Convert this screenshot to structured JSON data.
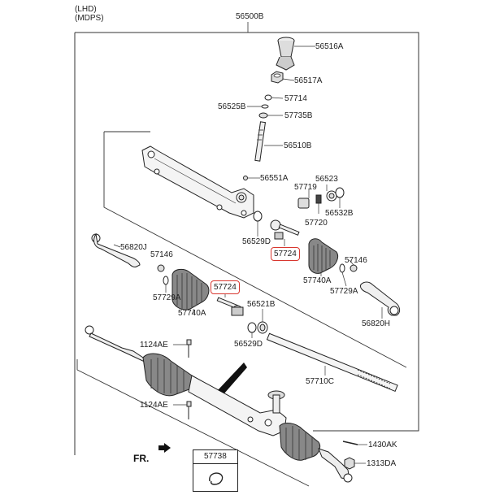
{
  "header": {
    "line1": "(LHD)",
    "line2": "(MDPS)"
  },
  "assembly_label": "56500B",
  "direction_label": "FR.",
  "legend": {
    "part": "57738"
  },
  "highlighted_parts": [
    "57724"
  ],
  "labels": {
    "p56516A": "56516A",
    "p56517A": "56517A",
    "p57714": "57714",
    "p56525B": "56525B",
    "p57735B": "57735B",
    "p56510B": "56510B",
    "p56551A": "56551A",
    "p56523": "56523",
    "p57719": "57719",
    "p56532B": "56532B",
    "p57720": "57720",
    "p56529D_a": "56529D",
    "p57724_a": "57724",
    "p56820J": "56820J",
    "p57146_a": "57146",
    "p57146_b": "57146",
    "p57740A_a": "57740A",
    "p57729A_a": "57729A",
    "p57724_b": "57724",
    "p57729A_b": "57729A",
    "p57740A_b": "57740A",
    "p56521B": "56521B",
    "p56820H": "56820H",
    "p56529D_b": "56529D",
    "p1124AE_a": "1124AE",
    "p57710C": "57710C",
    "p1124AE_b": "1124AE",
    "p1430AK": "1430AK",
    "p1313DA": "1313DA"
  }
}
